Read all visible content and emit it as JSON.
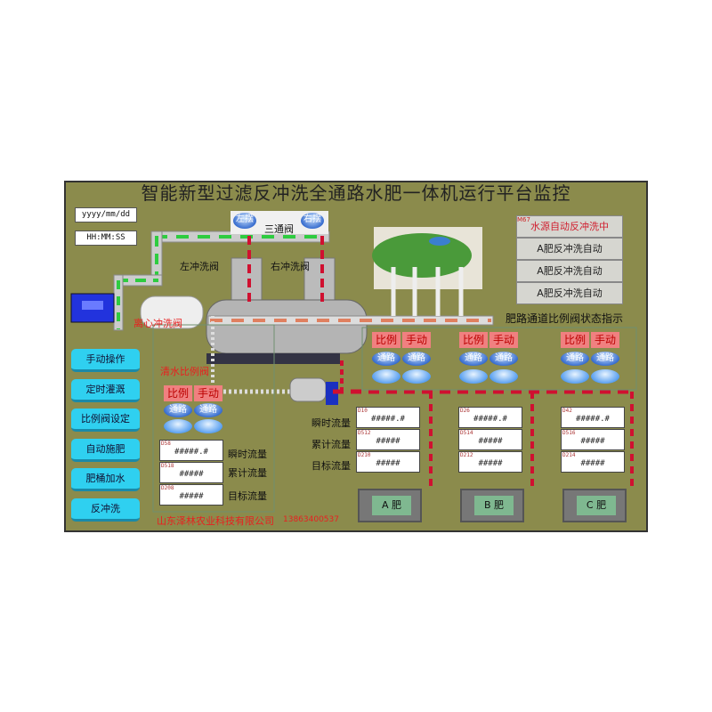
{
  "title": "智能新型过滤反冲洗全通路水肥一体机运行平台监控",
  "clock": {
    "date": "yyyy/mm/dd",
    "time": "HH:MM:SS"
  },
  "valves": {
    "three_way": "三通阀",
    "left_turn": "左摆",
    "right_turn": "右摆",
    "left_flush": "左冲洗阀",
    "right_flush": "右冲洗阀",
    "center_flush": "离心冲洗阀",
    "clear_water": "清水比例阀"
  },
  "nav": [
    "手动操作",
    "定时灌溉",
    "比例阀设定",
    "自动施肥",
    "肥桶加水",
    "反冲洗"
  ],
  "status": {
    "addr": "M67",
    "items": [
      "水源自动反冲洗中",
      "A肥反冲洗自动",
      "A肥反冲洗自动",
      "A肥反冲洗自动"
    ],
    "alert_color": "#d02030"
  },
  "channel_title": "肥路通道比例阀状态指示",
  "tags": {
    "ratio": "比例",
    "manual": "手动",
    "channel": "通路"
  },
  "flow_labels": [
    "瞬时流量",
    "累计流量",
    "目标流量"
  ],
  "clear_water_flow": [
    {
      "addr": "D58",
      "value": "#####.#"
    },
    {
      "addr": "D518",
      "value": "#####"
    },
    {
      "addr": "D208",
      "value": "#####"
    }
  ],
  "fert_channels": [
    {
      "tank": "A",
      "suffix": "肥",
      "flows": [
        {
          "addr": "D10",
          "value": "#####.#"
        },
        {
          "addr": "D512",
          "value": "#####"
        },
        {
          "addr": "D210",
          "value": "#####"
        }
      ]
    },
    {
      "tank": "B",
      "suffix": "肥",
      "flows": [
        {
          "addr": "D26",
          "value": "#####.#"
        },
        {
          "addr": "D514",
          "value": "#####"
        },
        {
          "addr": "D212",
          "value": "#####"
        }
      ]
    },
    {
      "tank": "C",
      "suffix": "肥",
      "flows": [
        {
          "addr": "D42",
          "value": "#####.#"
        },
        {
          "addr": "D516",
          "value": "#####"
        },
        {
          "addr": "D214",
          "value": "#####"
        }
      ]
    }
  ],
  "footer": {
    "company": "山东泽林农业科技有限公司",
    "phone": "13863400537"
  },
  "colors": {
    "panel": "#8b8b4c",
    "nav": "#2fd0f0",
    "pipe_green": "#2ecc40",
    "pipe_red": "#d01030"
  }
}
